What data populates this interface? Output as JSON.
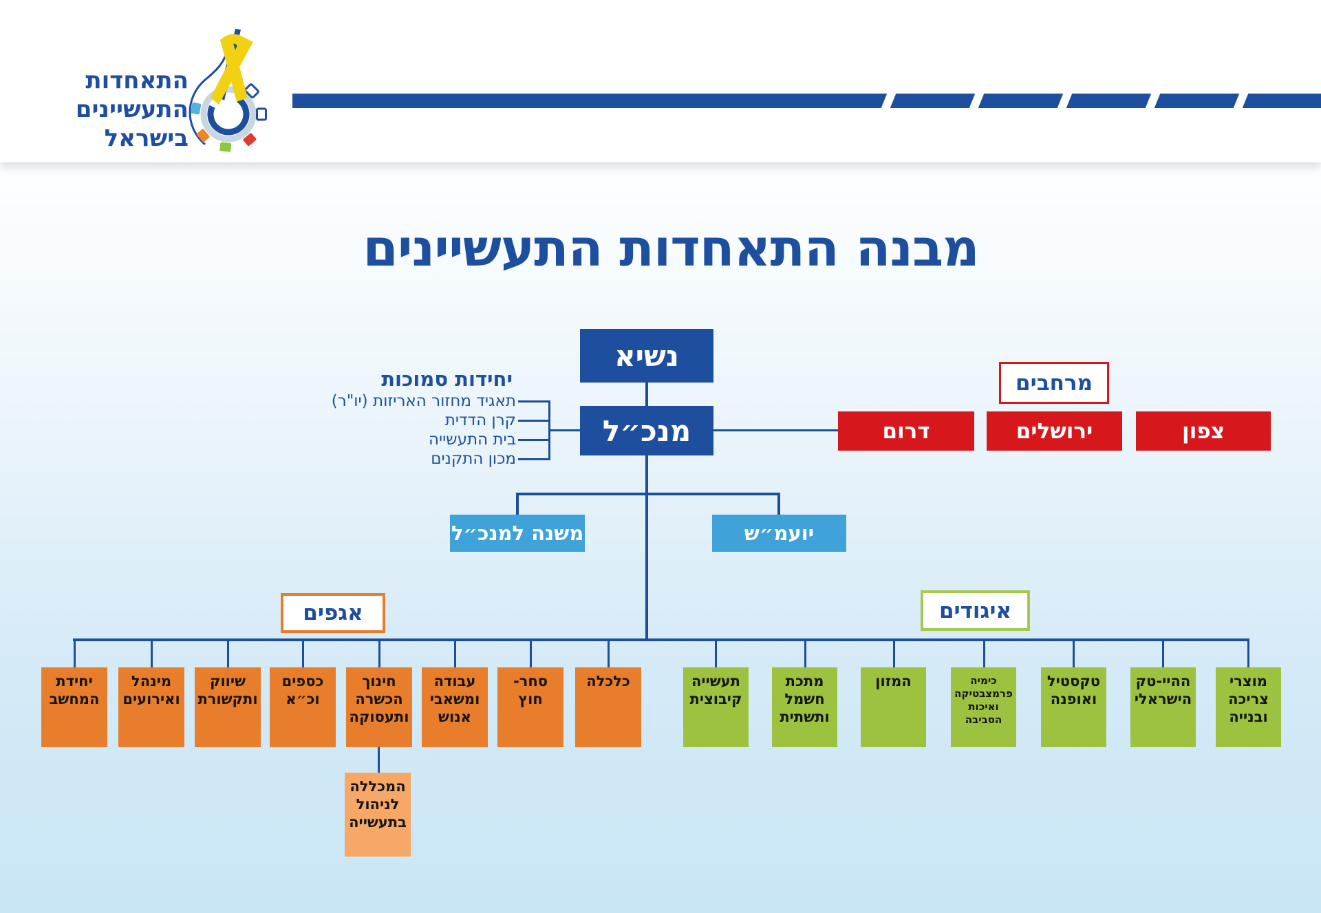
{
  "logo": {
    "line1": "התאחדות",
    "line2": "התעשיינים",
    "line3": "בישראל"
  },
  "title": "מבנה התאחדות התעשיינים",
  "colors": {
    "brand_blue": "#1d4f9e",
    "line_blue": "#1d4e9a",
    "light_blue": "#3fa2d9",
    "red": "#d6171c",
    "orange": "#e87d2c",
    "orange_light": "#f7a866",
    "green": "#9cc23f",
    "green_border": "#a6c94d"
  },
  "org": {
    "president": "נשיא",
    "ceo": "מנכ״ל",
    "adjacent_units": {
      "heading": "יחידות סמוכות",
      "items": [
        "תאגיד מחזור האריזות (יו\"ר)",
        "קרן הדדית",
        "בית התעשייה",
        "מכון התקנים"
      ]
    },
    "regions": {
      "label": "מרחבים",
      "items": [
        "דרום",
        "ירושלים",
        "צפון"
      ]
    },
    "deputy_ceo": "משנה למנכ״ל",
    "legal_advisor": "יועמ״ש",
    "divisions": {
      "label": "אגפים",
      "items": [
        "יחידת\nהמחשב",
        "מינהל\nואירועים",
        "שיווק\nותקשורת",
        "כספים\nוכ״א",
        "חינוך\nהכשרה\nותעסוקה",
        "עבודה\nומשאבי\nאנוש",
        "סחר-\nחוץ",
        "כלכלה"
      ],
      "college": "המכללה\nלניהול\nבתעשייה"
    },
    "associations": {
      "label": "איגודים",
      "items": [
        "תעשייה\nקיבוצית",
        "מתכת\nחשמל\nותשתית",
        "המזון",
        "כימיה\nפרמצבטיקה\nואיכות\nהסביבה",
        "טקסטיל\nואופנה",
        "ההיי-טק\nהישראלי",
        "מוצרי\nצריכה\nובנייה"
      ]
    }
  }
}
